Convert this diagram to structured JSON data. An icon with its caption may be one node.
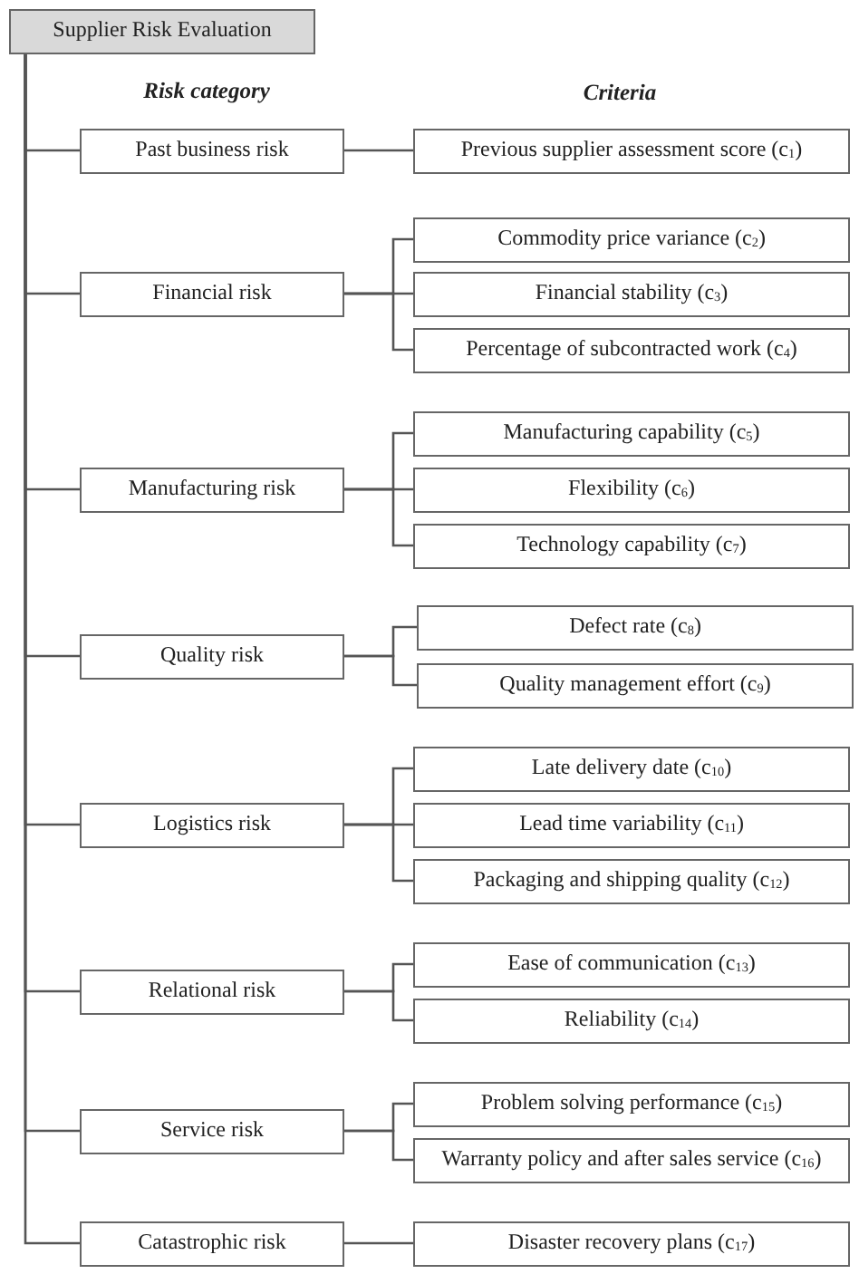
{
  "diagram": {
    "nodes": [
      {
        "text": [
          "Supplier Risk Evaluation"
        ]
      },
      {
        "text": [
          "Past business risk"
        ]
      },
      {
        "text": [
          "Previous supplier assessment score (c$_{1}$)"
        ]
      },
      {
        "text": [
          "Financial risk"
        ]
      },
      {
        "text": [
          "Commodity price variance (c$_{2}$)"
        ]
      },
      {
        "text": [
          "Financial stability (c$_{3}$)"
        ]
      },
      {
        "text": [
          "Percentage of subcontracted work (c$_{4}$)"
        ]
      },
      {
        "text": [
          "Manufacturing risk"
        ]
      },
      {
        "text": [
          "Manufacturing capability (c$_{5}$)"
        ]
      },
      {
        "text": [
          "Flexibility (c$_{6}$)"
        ]
      },
      {
        "text": [
          "Technology capability (c$_{7}$)"
        ]
      },
      {
        "text": [
          "Quality risk"
        ]
      },
      {
        "text": [
          "Defect rate (c$_{8}$)"
        ]
      },
      {
        "text": [
          "Quality management effort (c$_{9}$)"
        ]
      },
      {
        "text": [
          "Logistics risk"
        ]
      },
      {
        "text": [
          "Late delivery date (c$_{10}$)"
        ]
      },
      {
        "text": [
          "Lead time variability (c$_{11}$)"
        ]
      },
      {
        "text": [
          "Packaging and shipping quality (c$_{12}$)"
        ]
      },
      {
        "text": [
          "Relational risk"
        ]
      },
      {
        "text": [
          "Ease of communication (c$_{13}$)"
        ]
      },
      {
        "text": [
          "Reliability (c$_{14}$)"
        ]
      },
      {
        "text": [
          "Service risk"
        ]
      },
      {
        "text": [
          "Problem solving performance (c$_{15}$)"
        ]
      },
      {
        "text": [
          "Warranty policy and after sales service (c$_{16}$)"
        ]
      },
      {
        "text": [
          "Catastrophic risk"
        ]
      },
      {
        "text": [
          "Disaster recovery plans (c$_{17}$)"
        ]
      }
    ],
    "edges": [
      {
        "from": 0,
        "to": 1,
        "arrow": "none"
      },
      {
        "from": 0,
        "to": 3,
        "arrow": "none"
      },
      {
        "from": 0,
        "to": 7,
        "arrow": "none"
      },
      {
        "from": 0,
        "to": 11,
        "arrow": "none"
      },
      {
        "from": 0,
        "to": 14,
        "arrow": "none"
      },
      {
        "from": 0,
        "to": 18,
        "arrow": "none"
      },
      {
        "from": 0,
        "to": 21,
        "arrow": "none"
      },
      {
        "from": 0,
        "to": 24,
        "arrow": "none"
      },
      {
        "from": 1,
        "to": 2,
        "arrow": "none"
      },
      {
        "from": 3,
        "to": 4,
        "arrow": "none"
      },
      {
        "from": 3,
        "to": 5,
        "arrow": "none"
      },
      {
        "from": 3,
        "to": 6,
        "arrow": "none"
      },
      {
        "from": 7,
        "to": 8,
        "arrow": "none"
      },
      {
        "from": 7,
        "to": 9,
        "arrow": "none"
      },
      {
        "from": 7,
        "to": 10,
        "arrow": "none"
      },
      {
        "from": 11,
        "to": 12,
        "arrow": "none"
      },
      {
        "from": 11,
        "to": 13,
        "arrow": "none"
      },
      {
        "from": 14,
        "to": 15,
        "arrow": "none"
      },
      {
        "from": 14,
        "to": 16,
        "arrow": "none"
      },
      {
        "from": 14,
        "to": 17,
        "arrow": "none"
      },
      {
        "from": 18,
        "to": 19,
        "arrow": "none"
      },
      {
        "from": 18,
        "to": 20,
        "arrow": "none"
      },
      {
        "from": 21,
        "to": 22,
        "arrow": "none"
      },
      {
        "from": 21,
        "to": 23,
        "arrow": "none"
      },
      {
        "from": 24,
        "to": 25,
        "arrow": "none"
      }
    ],
    "labels": [
      "Risk category",
      "Criteria"
    ]
  }
}
